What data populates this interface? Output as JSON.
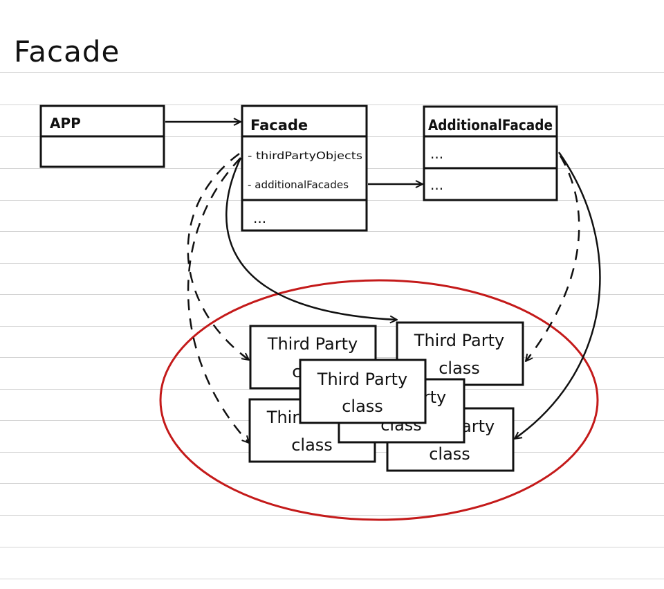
{
  "page_title": "Facade",
  "app_box": {
    "name": "APP"
  },
  "facade_box": {
    "name": "Facade",
    "attributes": [
      "- thirdPartyObjects",
      "- additionalFacades"
    ],
    "methods": "..."
  },
  "additional_facade_box": {
    "name": "AdditionalFacade",
    "attributes": "...",
    "methods": "..."
  },
  "third_party_classes": [
    {
      "line1": "Third Party",
      "line2": "class"
    },
    {
      "line1": "Third Party",
      "line2": "class"
    },
    {
      "line1": "Third Party",
      "line2": "class"
    },
    {
      "line1": "Third Party",
      "line2": "class"
    },
    {
      "line1": "Third Party",
      "line2": "class"
    },
    {
      "line1": "Third Party",
      "line2": "class"
    }
  ],
  "colors": {
    "ink": "#111111",
    "ellipse": "#c41a1a",
    "ruled_lines": "#d4d4d4"
  }
}
